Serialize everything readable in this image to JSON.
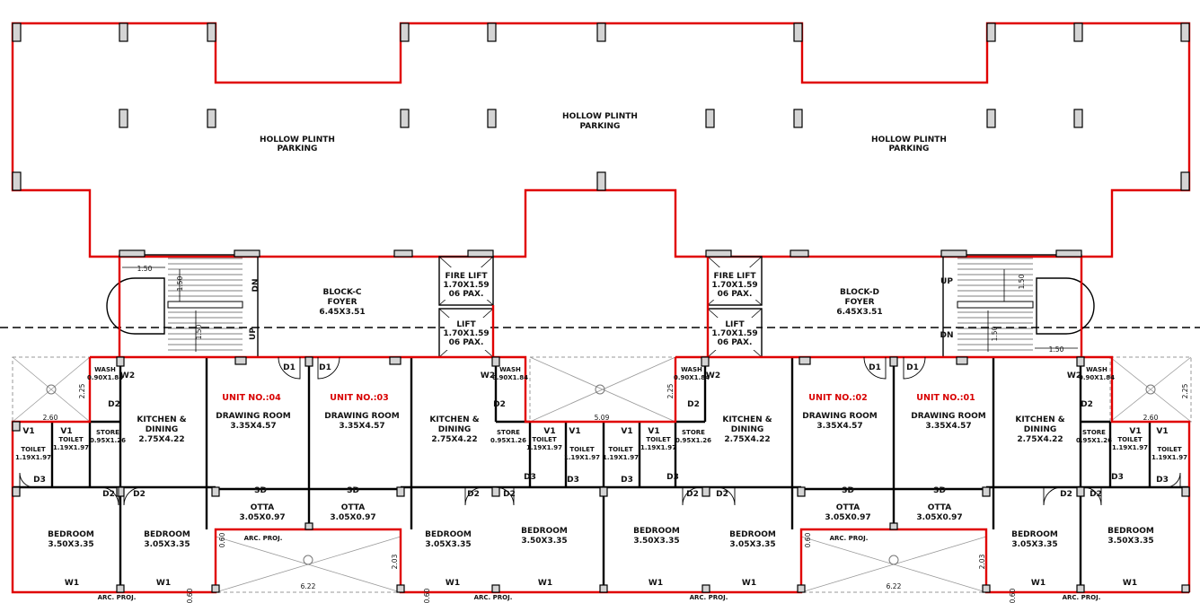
{
  "parking": [
    {
      "line1": "HOLLOW PLINTH",
      "line2": "PARKING"
    },
    {
      "line1": "HOLLOW PLINTH",
      "line2": "PARKING"
    },
    {
      "line1": "HOLLOW PLINTH",
      "line2": "PARKING"
    }
  ],
  "blocks": [
    {
      "name": "BLOCK-C",
      "room": "FOYER",
      "size": "6.45X3.51"
    },
    {
      "name": "BLOCK-D",
      "room": "FOYER",
      "size": "6.45X3.51"
    }
  ],
  "lifts": [
    {
      "name": "FIRE LIFT",
      "size": "1.70X1.59",
      "pax": "06 PAX."
    },
    {
      "name": "LIFT",
      "size": "1.70X1.59",
      "pax": "06 PAX."
    },
    {
      "name": "FIRE LIFT",
      "size": "1.70X1.59",
      "pax": "06 PAX."
    },
    {
      "name": "LIFT",
      "size": "1.70X1.59",
      "pax": "06 PAX."
    }
  ],
  "units": [
    "UNIT NO.:04",
    "UNIT NO.:03",
    "UNIT NO.:02",
    "UNIT NO.:01"
  ],
  "rooms": {
    "kitchen": {
      "line1": "KITCHEN &",
      "line2": "DINING",
      "size": "2.75X4.22"
    },
    "drawing": {
      "line1": "DRAWING ROOM",
      "size": "3.35X4.57"
    },
    "otta": {
      "name": "OTTA",
      "size": "3.05X0.97"
    },
    "bedroom": "BEDROOM",
    "bed_large": "3.50X3.35",
    "bed_small": "3.05X3.35",
    "toilet": "TOILET",
    "toilet_size": "1.19X1.97",
    "store": "STORE",
    "store_size": "0.95X1.26",
    "wash": "WASH",
    "wash_size": "0.90X1.84"
  },
  "tags": {
    "d1": "D1",
    "d2": "D2",
    "d3": "D3",
    "w1": "W1",
    "w2": "W2",
    "v1": "V1",
    "sd": "SD",
    "up": "UP",
    "dn": "DN",
    "arc_proj": "ARC. PROJ."
  },
  "dims": {
    "d150": "1.50",
    "d225": "2.25",
    "d260": "2.60",
    "d509": "5.09",
    "d060": "0.60",
    "d203": "2.03",
    "d622": "6.22"
  }
}
